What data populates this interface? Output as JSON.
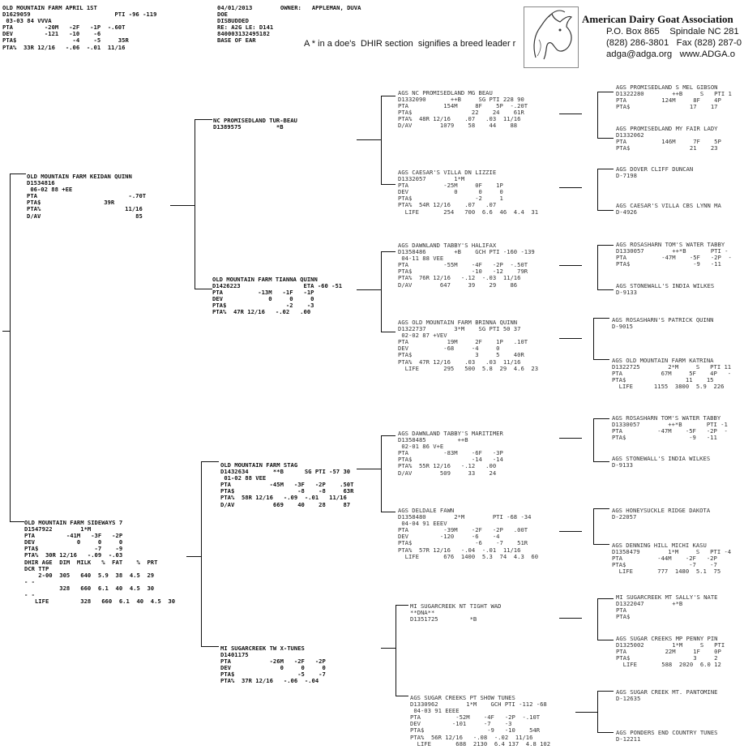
{
  "header_left": "OLD MOUNTAIN FARM APRIL 1ST\nD1629059                        PTI -96 -119\n 03-03 84 VVVA\nPTA         -20M   -2F   -1P  -.60T\nDEV         -121   -10    -6\nPTA$                -4    -5     35R\nPTA%  33R 12/16   -.06  -.01  11/16",
  "header_mid": "04/01/2013        OWNER:   APPLEMAN, DUVA\nDOE\nDISBUDDED\nRE: A2G LE: D141\n840003132495182\nBASE OF EAR",
  "notice": "A * in a doe's  DHIR section  signifies a breed leader r",
  "org": {
    "name": "American Dairy Goat Association",
    "address": "P.O. Box 865    Spindale NC 281",
    "phone": "(828) 286-3801   Fax (828) 287-0",
    "web": "adga@adga.org   www.ADGA.o"
  },
  "logo_icon": "goat-head-icon",
  "sire": "OLD MOUNTAIN FARM KEIDAN QUINN\nD1534816\n 06-02 88 +EE\nPTA                          -.70T\nPTA$                  39R\nPTA%                        11/16\nD/AV                           85",
  "dam": "OLD MOUNTAIN FARM SIDEWAYS 7\nD1547922        1*M\nPTA         -41M   -3F   -2P\nDEV            0     0     0\nPTA$                -7    -9\nPTA%  30R 12/16   -.09  -.03\nDHIR AGE  DIM  MILK   %  FAT    %  PRT\nDCR TTP\n    2-00  305   640  5.9  38  4.5  29\n- -\n          328   660  6.1  40  4.5  30\n- -\n   LIFE         328   660  6.1  40  4.5  30",
  "ss": "NC PROMISEDLAND TUR-BEAU\nD1389575          *B",
  "sd": "OLD MOUNTAIN FARM TIANNA QUINN\nD1426223                  ETA -60 -51\nPTA          -13M   -1F   -1P\nDEV             0     0     0\nPTA$                 -2    -3\nPTA%  47R 12/16   -.02   .00",
  "ds": "OLD MOUNTAIN FARM STAG\nD1432634       **B      SG PTI -57 30\n 01-02 88 VEE\nPTA           -45M   -3F   -2P    .50T\nPTA$                  -8    -8     63R\nPTA%  58R 12/16   -.09  -.01   11/16\nD/AV           669    40    28     87",
  "dd": "MI SUGARCREEK TW X-TUNES\nD1401175\nPTA           -26M   -2F   -2P\nDEV              0     0     0\nPTA$                  -5    -7\nPTA%  37R 12/16   -.06  -.04",
  "gen3": [
    "AGS NC PROMISEDLAND MG BEAU\nD1332090       ++B     SG PTI 228 90\nPTA          154M     8F    5P  -.20T\nPTA$                 22    24    61R\nPTA%  48R 12/16    .07   .03  11/16\nD/AV        1079    58    44    88",
    "AGS CAESAR'S VILLA DN LIZZIE\nD1332057        1*M\nPTA          -25M     0F    1P\nDEV             0      0     0\nPTA$                  -2     1\nPTA%  54R 12/16    .07   .07\n  LIFE       254   700  6.6  46  4.4  31",
    "AGS DAWNLAND TABBY'S HALIFAX\nD1358486        +B    GCH PTI -160 -139\n 04-11 88 VEE\nPTA          -55M    -4F   -2P  -.50T\nPTA$                 -10   -12    79R\nPTA%  76R 12/16   -.12  -.03  11/16\nD/AV        647     39    29    86",
    "AGS OLD MOUNTAIN FARM BRINNA QUINN\nD1322737        3*M    SG PTI 50 37\n 02-02 87 +VEV\nPTA           19M     2F    1P   .10T\nDEV          -68     -4     0\nPTA$                  3     5    40R\nPTA%  47R 12/16    .03   .03  11/16\n  LIFE       295   500  5.8  29  4.6  23",
    "AGS DAWNLAND TABBY'S MARITIMER\nD1358485         ++B\n 02-01 86 V+E\nPTA          -83M    -6F   -3P\nPTA$                 -14   -14\nPTA%  55R 12/16   -.12   .00\nD/AV        509     33    24",
    "AGS DELDALE FAWN\nD1358480        2*M        PTI -68 -34\n 04-04 91 EEEV\nPTA          -39M    -2F   -2P   .00T\nDEV         -120     -6    -4\nPTA$                  -6    -7    51R\nPTA%  57R 12/16   -.04  -.01  11/16\n  LIFE       676  1400  5.3  74  4.3  60",
    "MI SUGARCREEK NT TIGHT WAD\n**DNA**\nD1351725         *B",
    "AGS SUGAR CREEKS PT SHOW TUNES\nD1330962        1*M    GCH PTI -112 -68\n 04-03 91 EEEE\nPTA          -52M    -4F   -2P  -.10T\nDEV         -101     -7    -3\nPTA$                  -9   -10    54R\nPTA%  56R 12/16   -.08  -.02  11/16\n  LIFE       688  2130  6.4 137  4.8 102"
  ],
  "gen4": [
    "AGS PROMISEDLAND S MEL GIBSON\nD1322280        ++B     S   PTI 1\nPTA          124M     8F    4P\nPTA$                 17    17",
    "AGS PROMISEDLAND MY FAIR LADY\nD1332062\nPTA          146M     7F    5P\nPTA$                 21    23",
    "AGS DOVER CLIFF DUNCAN\nD-7198",
    "AGS CAESAR'S VILLA CBS LYNN MA\nD-4926",
    "AGS ROSASHARN TOM'S WATER TABBY\nD1330057        ++*B       PTI -\nPTA          -47M    -5F   -2P  -\nPTA$                  -9   -11",
    "AGS STONEWALL'S INDIA WILKES\nD-9133",
    "AGS ROSASHARN'S PATRICK QUINN\nD-9015",
    "AGS OLD MOUNTAIN FARM KATRINA\nD1322725        2*M     S   PTI 11\nPTA           67M     5F    4P   -\nPTA$                 11    15\n  LIFE      1155  3800  5.9  226",
    "AGS ROSASHARN TOM'S WATER TABBY\nD1330057        ++*B       PTI -1\nPTA          -47M    -5F   -2P  -\nPTA$                  -9   -11",
    "AGS STONEWALL'S INDIA WILKES\nD-9133",
    "AGS HONEYSUCKLE RIDGE DAKOTA\nD-22057",
    "AGS DENNING HILL MICHI KASU\nD1358479        1*M     S   PTI -4\nPTA          -44M    -2F   -2P\nPTA$                  -7    -7\n  LIFE       777  1480  5.1  75",
    "MI SUGARCREEK MT SALLY'S NATE\nD1322047        +*B\nPTA\nPTA$",
    "AGS SUGAR CREEKS MP PENNY PIN\nD1325002        1*M     S   PTI\nPTA           22M     1F    0P\nPTA$                  3     2\n  LIFE       588  2020  6.0 12",
    "AGS SUGAR CREEK MT. PANTOMINE\nD-12635",
    "AGS PONDERS END COUNTRY TUNES\nD-12211"
  ]
}
